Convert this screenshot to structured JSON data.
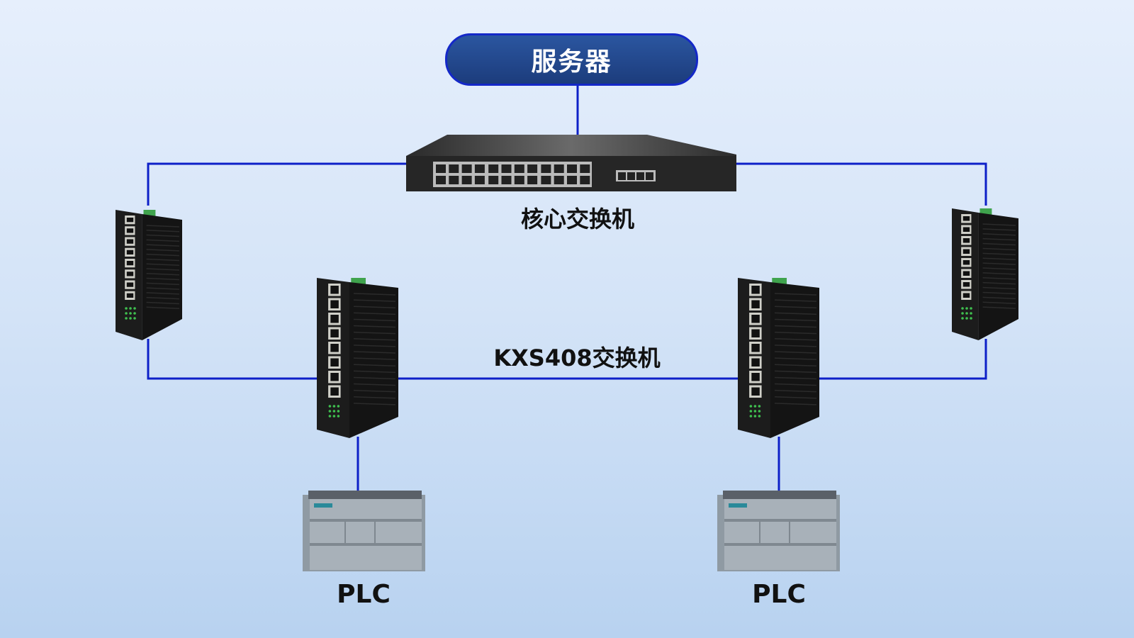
{
  "server": {
    "label": "服务器"
  },
  "core_switch": {
    "label": "核心交换机",
    "ports": 24,
    "uplink_ports": 4
  },
  "access_switch": {
    "label": "KXS408交换机",
    "ports": 8
  },
  "plc": [
    {
      "label": "PLC"
    },
    {
      "label": "PLC"
    }
  ],
  "colors": {
    "link": "#0d20c8",
    "pill_fill": "#22468c",
    "pill_border": "#1428c8",
    "background_top": "#e6effc",
    "background_bottom": "#b8d2f0"
  }
}
